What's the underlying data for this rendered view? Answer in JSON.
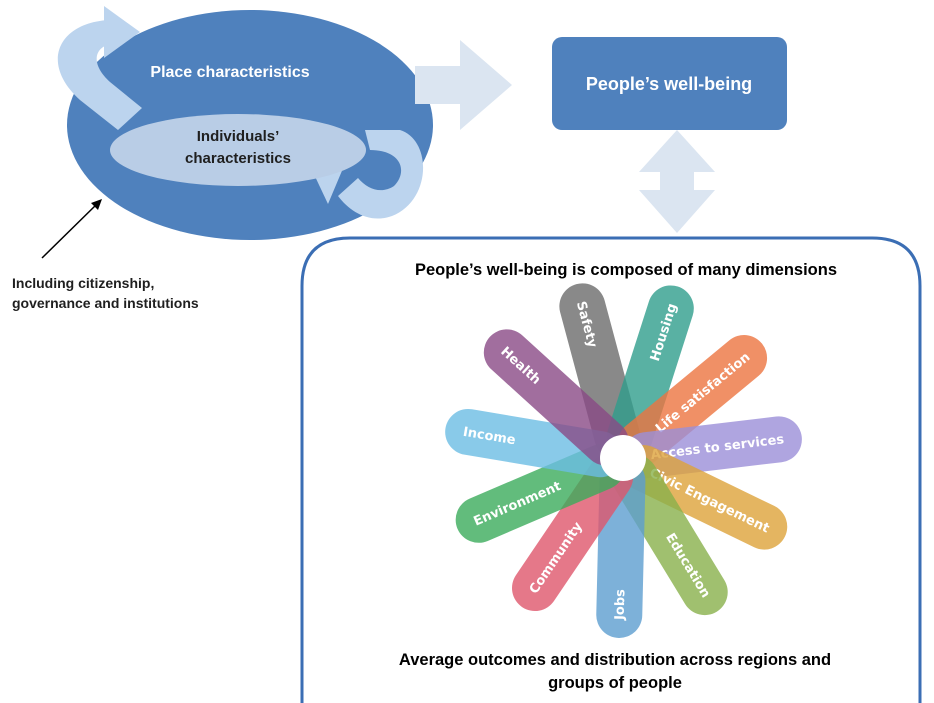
{
  "top_left": {
    "outer_label": "Place characteristics",
    "inner_label_line1": "Individuals’",
    "inner_label_line2": "characteristics",
    "note_line1": "Including citizenship,",
    "note_line2": "governance and institutions"
  },
  "wellbeing_box": {
    "label": "People’s well-being"
  },
  "panel": {
    "heading": "People’s well-being is composed of many dimensions",
    "footer_line1": "Average outcomes and distribution across regions and",
    "footer_line2": "groups of people"
  },
  "dimensions": [
    {
      "label": "Safety",
      "color": "#6b6b6b"
    },
    {
      "label": "Housing",
      "color": "#2f9e8c"
    },
    {
      "label": "Life satisfaction",
      "color": "#ec7440"
    },
    {
      "label": "Access to services",
      "color": "#9b8fd8"
    },
    {
      "label": "Civic Engagement",
      "color": "#dda33a"
    },
    {
      "label": "Education",
      "color": "#88b04b"
    },
    {
      "label": "Jobs",
      "color": "#5d9ed0"
    },
    {
      "label": "Community",
      "color": "#df566b"
    },
    {
      "label": "Environment",
      "color": "#3bab5b"
    },
    {
      "label": "Income",
      "color": "#6cbde4"
    },
    {
      "label": "Health",
      "color": "#8a4a86"
    }
  ],
  "colors": {
    "dark_blue": "#4f81bd",
    "light_blue": "#bcd4ee",
    "inner_ellipse": "#b9cde6",
    "arrow": "#dbe5f1",
    "panel_border": "#3b6eb4"
  }
}
